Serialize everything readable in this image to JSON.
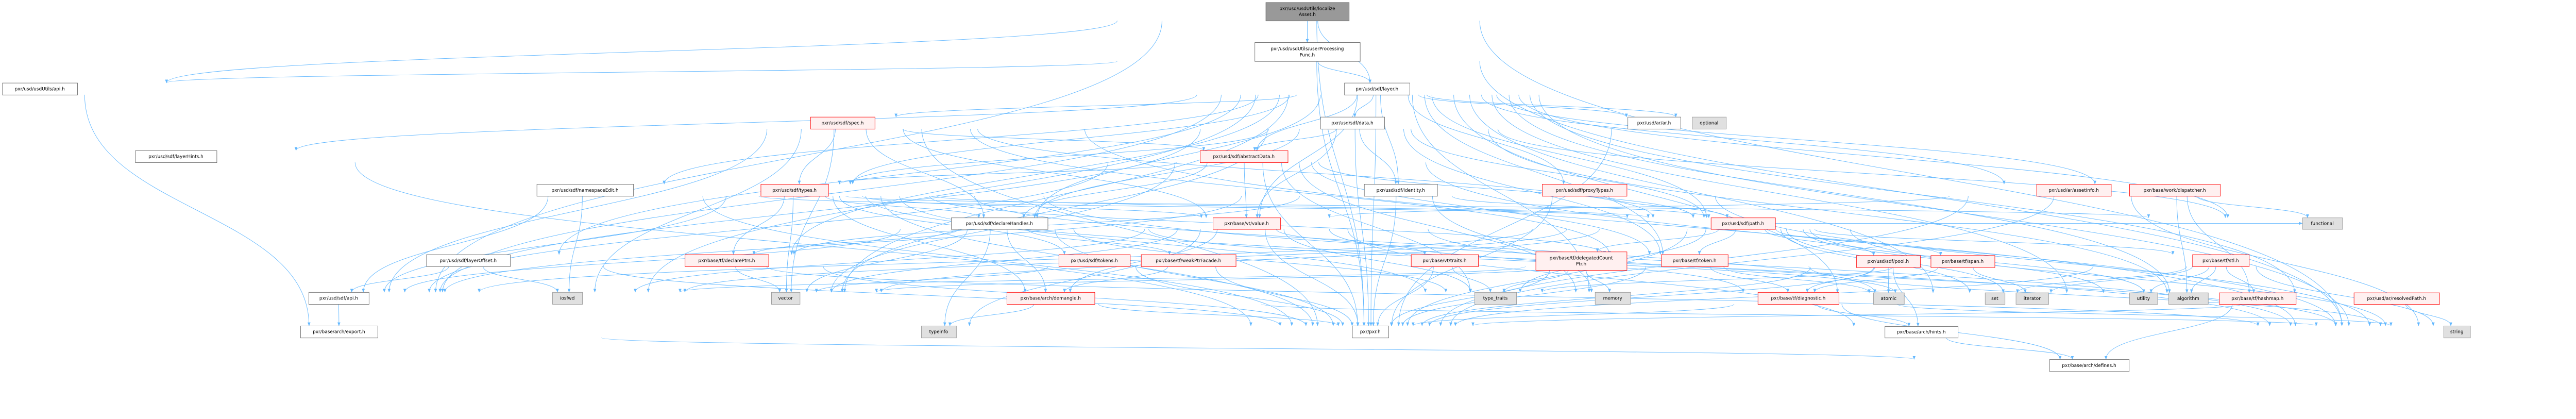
{
  "title": "Include dependency graph for localizeAsset.h",
  "colors": {
    "edge": "#63b8ff",
    "red_border": "#ff0000",
    "red_fill": "#fff0f0",
    "system_fill": "#e0e0e0",
    "root_fill": "#999999"
  },
  "nodes": [
    {
      "id": "root",
      "kind": "root",
      "label": [
        "pxr/usd/usdUtils/localize",
        "Asset.h"
      ]
    },
    {
      "id": "upf",
      "kind": "white",
      "label": [
        "pxr/usd/usdUtils/userProcessing",
        "Func.h"
      ]
    },
    {
      "id": "uapi",
      "kind": "white",
      "label": [
        "pxr/usd/usdUtils/api.h"
      ]
    },
    {
      "id": "layer",
      "kind": "white",
      "label": [
        "pxr/usd/sdf/layer.h"
      ]
    },
    {
      "id": "data",
      "kind": "white",
      "label": [
        "pxr/usd/sdf/data.h"
      ]
    },
    {
      "id": "arar",
      "kind": "white",
      "label": [
        "pxr/usd/ar/ar.h"
      ]
    },
    {
      "id": "optional",
      "kind": "sys",
      "label": [
        "optional"
      ]
    },
    {
      "id": "spec",
      "kind": "red",
      "label": [
        "pxr/usd/sdf/spec.h"
      ]
    },
    {
      "id": "abs",
      "kind": "red",
      "label": [
        "pxr/usd/sdf/abstractData.h"
      ]
    },
    {
      "id": "layerhints",
      "kind": "white",
      "label": [
        "pxr/usd/sdf/layerHints.h"
      ]
    },
    {
      "id": "nsedit",
      "kind": "white",
      "label": [
        "pxr/usd/sdf/namespaceEdit.h"
      ]
    },
    {
      "id": "types",
      "kind": "red",
      "label": [
        "pxr/usd/sdf/types.h"
      ]
    },
    {
      "id": "ident",
      "kind": "white",
      "label": [
        "pxr/usd/sdf/identity.h"
      ]
    },
    {
      "id": "proxy",
      "kind": "red",
      "label": [
        "pxr/usd/sdf/proxyTypes.h"
      ]
    },
    {
      "id": "assetinfo",
      "kind": "red",
      "label": [
        "pxr/usd/ar/assetInfo.h"
      ]
    },
    {
      "id": "dispatcher",
      "kind": "red",
      "label": [
        "pxr/base/work/dispatcher.h"
      ]
    },
    {
      "id": "decl",
      "kind": "white",
      "label": [
        "pxr/usd/sdf/declareHandles.h"
      ]
    },
    {
      "id": "value",
      "kind": "red",
      "label": [
        "pxr/base/vt/value.h"
      ]
    },
    {
      "id": "path",
      "kind": "red",
      "label": [
        "pxr/usd/sdf/path.h"
      ]
    },
    {
      "id": "functional",
      "kind": "sys",
      "label": [
        "functional"
      ]
    },
    {
      "id": "layeroff",
      "kind": "white",
      "label": [
        "pxr/usd/sdf/layerOffset.h"
      ]
    },
    {
      "id": "declptrs",
      "kind": "red",
      "label": [
        "pxr/base/tf/declarePtrs.h"
      ]
    },
    {
      "id": "tokens",
      "kind": "red",
      "label": [
        "pxr/usd/sdf/tokens.h"
      ]
    },
    {
      "id": "weak",
      "kind": "red",
      "label": [
        "pxr/base/tf/weakPtrFacade.h"
      ]
    },
    {
      "id": "traits",
      "kind": "red",
      "label": [
        "pxr/base/vt/traits.h"
      ]
    },
    {
      "id": "dcp",
      "kind": "red",
      "label": [
        "pxr/base/tf/delegatedCount",
        "Ptr.h"
      ]
    },
    {
      "id": "token",
      "kind": "red",
      "label": [
        "pxr/base/tf/token.h"
      ]
    },
    {
      "id": "pool",
      "kind": "red",
      "label": [
        "pxr/usd/sdf/pool.h"
      ]
    },
    {
      "id": "span",
      "kind": "red",
      "label": [
        "pxr/base/tf/span.h"
      ]
    },
    {
      "id": "stl",
      "kind": "red",
      "label": [
        "pxr/base/tf/stl.h"
      ]
    },
    {
      "id": "sdfapi",
      "kind": "white",
      "label": [
        "pxr/usd/sdf/api.h"
      ]
    },
    {
      "id": "iosfwd",
      "kind": "sys",
      "label": [
        "iosfwd"
      ]
    },
    {
      "id": "vector",
      "kind": "sys",
      "label": [
        "vector"
      ]
    },
    {
      "id": "demangle",
      "kind": "red",
      "label": [
        "pxr/base/arch/demangle.h"
      ]
    },
    {
      "id": "typetraits",
      "kind": "sys",
      "label": [
        "type_traits"
      ]
    },
    {
      "id": "memory",
      "kind": "sys",
      "label": [
        "memory"
      ]
    },
    {
      "id": "diag",
      "kind": "red",
      "label": [
        "pxr/base/tf/diagnostic.h"
      ]
    },
    {
      "id": "atomic",
      "kind": "sys",
      "label": [
        "atomic"
      ]
    },
    {
      "id": "set",
      "kind": "sys",
      "label": [
        "set"
      ]
    },
    {
      "id": "iterator",
      "kind": "sys",
      "label": [
        "iterator"
      ]
    },
    {
      "id": "utility",
      "kind": "sys",
      "label": [
        "utility"
      ]
    },
    {
      "id": "algorithm",
      "kind": "sys",
      "label": [
        "algorithm"
      ]
    },
    {
      "id": "hashmap",
      "kind": "red",
      "label": [
        "pxr/base/tf/hashmap.h"
      ]
    },
    {
      "id": "resolved",
      "kind": "red",
      "label": [
        "pxr/usd/ar/resolvedPath.h"
      ]
    },
    {
      "id": "export",
      "kind": "white",
      "label": [
        "pxr/base/arch/export.h"
      ]
    },
    {
      "id": "typeinfo",
      "kind": "sys",
      "label": [
        "typeinfo"
      ]
    },
    {
      "id": "pxr",
      "kind": "white",
      "label": [
        "pxr/pxr.h"
      ]
    },
    {
      "id": "archhints",
      "kind": "white",
      "label": [
        "pxr/base/arch/hints.h"
      ]
    },
    {
      "id": "string",
      "kind": "sys",
      "label": [
        "string"
      ]
    },
    {
      "id": "defines",
      "kind": "white",
      "label": [
        "pxr/base/arch/defines.h"
      ]
    }
  ],
  "edges": [
    [
      "root",
      "upf"
    ],
    [
      "root",
      "layer"
    ],
    [
      "root",
      "uapi"
    ],
    [
      "root",
      "pxr"
    ],
    [
      "root",
      "string"
    ],
    [
      "root",
      "sdfapi"
    ],
    [
      "upf",
      "layer"
    ],
    [
      "upf",
      "uapi"
    ],
    [
      "upf",
      "pxr"
    ],
    [
      "upf",
      "string"
    ],
    [
      "uapi",
      "export"
    ],
    [
      "layer",
      "data"
    ],
    [
      "layer",
      "ident"
    ],
    [
      "layer",
      "proxy"
    ],
    [
      "layer",
      "arar"
    ],
    [
      "layer",
      "optional"
    ],
    [
      "layer",
      "path"
    ],
    [
      "layer",
      "assetinfo"
    ],
    [
      "layer",
      "dispatcher"
    ],
    [
      "layer",
      "functional"
    ],
    [
      "layer",
      "string"
    ],
    [
      "layer",
      "set"
    ],
    [
      "layer",
      "spec"
    ],
    [
      "layer",
      "types"
    ],
    [
      "layer",
      "decl"
    ],
    [
      "layer",
      "abs"
    ],
    [
      "layer",
      "value"
    ],
    [
      "layer",
      "layerhints"
    ],
    [
      "layer",
      "nsedit"
    ],
    [
      "layer",
      "layeroff"
    ],
    [
      "layer",
      "sdfapi"
    ],
    [
      "layer",
      "declptrs"
    ],
    [
      "layer",
      "iosfwd"
    ],
    [
      "layer",
      "vector"
    ],
    [
      "layer",
      "pxr"
    ],
    [
      "layer",
      "hashmap"
    ],
    [
      "layer",
      "resolved"
    ],
    [
      "layer",
      "atomic"
    ],
    [
      "layer",
      "memory"
    ],
    [
      "layer",
      "utility"
    ],
    [
      "layer",
      "token"
    ],
    [
      "data",
      "abs"
    ],
    [
      "data",
      "path"
    ],
    [
      "data",
      "ident"
    ],
    [
      "data",
      "types"
    ],
    [
      "data",
      "value"
    ],
    [
      "data",
      "token"
    ],
    [
      "data",
      "pxr"
    ],
    [
      "data",
      "sdfapi"
    ],
    [
      "data",
      "decl"
    ],
    [
      "data",
      "vector"
    ],
    [
      "data",
      "functional"
    ],
    [
      "data",
      "hashmap"
    ],
    [
      "spec",
      "abs"
    ],
    [
      "spec",
      "types"
    ],
    [
      "spec",
      "decl"
    ],
    [
      "spec",
      "value"
    ],
    [
      "spec",
      "path"
    ],
    [
      "spec",
      "sdfapi"
    ],
    [
      "spec",
      "pxr"
    ],
    [
      "spec",
      "iosfwd"
    ],
    [
      "spec",
      "vector"
    ],
    [
      "spec",
      "token"
    ],
    [
      "spec",
      "string"
    ],
    [
      "abs",
      "types"
    ],
    [
      "abs",
      "value"
    ],
    [
      "abs",
      "path"
    ],
    [
      "abs",
      "decl"
    ],
    [
      "abs",
      "sdfapi"
    ],
    [
      "abs",
      "token"
    ],
    [
      "abs",
      "vector"
    ],
    [
      "abs",
      "pxr"
    ],
    [
      "abs",
      "string"
    ],
    [
      "abs",
      "typetraits"
    ],
    [
      "abs",
      "memory"
    ],
    [
      "types",
      "decl"
    ],
    [
      "types",
      "value"
    ],
    [
      "types",
      "vector"
    ],
    [
      "types",
      "demangle"
    ],
    [
      "types",
      "declptrs"
    ],
    [
      "types",
      "path"
    ],
    [
      "types",
      "token"
    ],
    [
      "types",
      "sdfapi"
    ],
    [
      "types",
      "pxr"
    ],
    [
      "types",
      "string"
    ],
    [
      "types",
      "tokens"
    ],
    [
      "types",
      "typetraits"
    ],
    [
      "types",
      "set"
    ],
    [
      "ident",
      "path"
    ],
    [
      "ident",
      "declptrs"
    ],
    [
      "ident",
      "sdfapi"
    ],
    [
      "ident",
      "pxr"
    ],
    [
      "ident",
      "memory"
    ],
    [
      "proxy",
      "path"
    ],
    [
      "proxy",
      "pxr"
    ],
    [
      "proxy",
      "string"
    ],
    [
      "decl",
      "weak"
    ],
    [
      "decl",
      "declptrs"
    ],
    [
      "decl",
      "demangle"
    ],
    [
      "decl",
      "typeinfo"
    ],
    [
      "decl",
      "vector"
    ],
    [
      "decl",
      "pxr"
    ],
    [
      "decl",
      "sdfapi"
    ],
    [
      "decl",
      "typetraits"
    ],
    [
      "decl",
      "set"
    ],
    [
      "value",
      "traits"
    ],
    [
      "value",
      "demangle"
    ],
    [
      "value",
      "typeinfo"
    ],
    [
      "value",
      "diag"
    ],
    [
      "value",
      "pxr"
    ],
    [
      "value",
      "typetraits"
    ],
    [
      "value",
      "string"
    ],
    [
      "value",
      "archhints"
    ],
    [
      "value",
      "iosfwd"
    ],
    [
      "value",
      "vector"
    ],
    [
      "path",
      "token"
    ],
    [
      "path",
      "pool"
    ],
    [
      "path",
      "dcp"
    ],
    [
      "path",
      "span"
    ],
    [
      "path",
      "typetraits"
    ],
    [
      "path",
      "set"
    ],
    [
      "path",
      "iterator"
    ],
    [
      "path",
      "string"
    ],
    [
      "path",
      "utility"
    ],
    [
      "path",
      "functional"
    ],
    [
      "path",
      "sdfapi"
    ],
    [
      "path",
      "pxr"
    ],
    [
      "path",
      "vector"
    ],
    [
      "path",
      "iosfwd"
    ],
    [
      "path",
      "stl"
    ],
    [
      "path",
      "algorithm"
    ],
    [
      "token",
      "diag"
    ],
    [
      "token",
      "pxr"
    ],
    [
      "token",
      "atomic"
    ],
    [
      "token",
      "string"
    ],
    [
      "token",
      "iosfwd"
    ],
    [
      "token",
      "vector"
    ],
    [
      "pool",
      "atomic"
    ],
    [
      "pool",
      "archhints"
    ],
    [
      "pool",
      "diag"
    ],
    [
      "pool",
      "pxr"
    ],
    [
      "span",
      "diag"
    ],
    [
      "span",
      "iterator"
    ],
    [
      "span",
      "typetraits"
    ],
    [
      "span",
      "pxr"
    ],
    [
      "dcp",
      "typetraits"
    ],
    [
      "dcp",
      "memory"
    ],
    [
      "dcp",
      "pxr"
    ],
    [
      "traits",
      "typetraits"
    ],
    [
      "traits",
      "pxr"
    ],
    [
      "stl",
      "set"
    ],
    [
      "stl",
      "iterator"
    ],
    [
      "stl",
      "utility"
    ],
    [
      "stl",
      "algorithm"
    ],
    [
      "stl",
      "hashmap"
    ],
    [
      "stl",
      "pxr"
    ],
    [
      "stl",
      "string"
    ],
    [
      "hashmap",
      "defines"
    ],
    [
      "resolved",
      "string"
    ],
    [
      "resolved",
      "pxr"
    ],
    [
      "assetinfo",
      "string"
    ],
    [
      "assetinfo",
      "pxr"
    ],
    [
      "assetinfo",
      "value"
    ],
    [
      "dispatcher",
      "functional"
    ],
    [
      "dispatcher",
      "pxr"
    ],
    [
      "dispatcher",
      "hashmap"
    ],
    [
      "dispatcher",
      "algorithm"
    ],
    [
      "layerhints",
      "pxr"
    ],
    [
      "nsedit",
      "sdfapi"
    ],
    [
      "nsedit",
      "iosfwd"
    ],
    [
      "nsedit",
      "path"
    ],
    [
      "nsedit",
      "pxr"
    ],
    [
      "nsedit",
      "string"
    ],
    [
      "nsedit",
      "functional"
    ],
    [
      "layeroff",
      "sdfapi"
    ],
    [
      "layeroff",
      "iosfwd"
    ],
    [
      "layeroff",
      "pxr"
    ],
    [
      "layeroff",
      "string"
    ],
    [
      "sdfapi",
      "export"
    ],
    [
      "declptrs",
      "vector"
    ],
    [
      "declptrs",
      "pxr"
    ],
    [
      "tokens",
      "pxr"
    ],
    [
      "tokens",
      "vector"
    ],
    [
      "weak",
      "demangle"
    ],
    [
      "weak",
      "pxr"
    ],
    [
      "demangle",
      "typeinfo"
    ],
    [
      "demangle",
      "pxr"
    ],
    [
      "demangle",
      "string"
    ],
    [
      "diag",
      "archhints"
    ],
    [
      "diag",
      "pxr"
    ],
    [
      "diag",
      "string"
    ],
    [
      "diag",
      "defines"
    ],
    [
      "export",
      "defines"
    ],
    [
      "archhints",
      "defines"
    ],
    [
      "arar",
      "pxr"
    ]
  ]
}
